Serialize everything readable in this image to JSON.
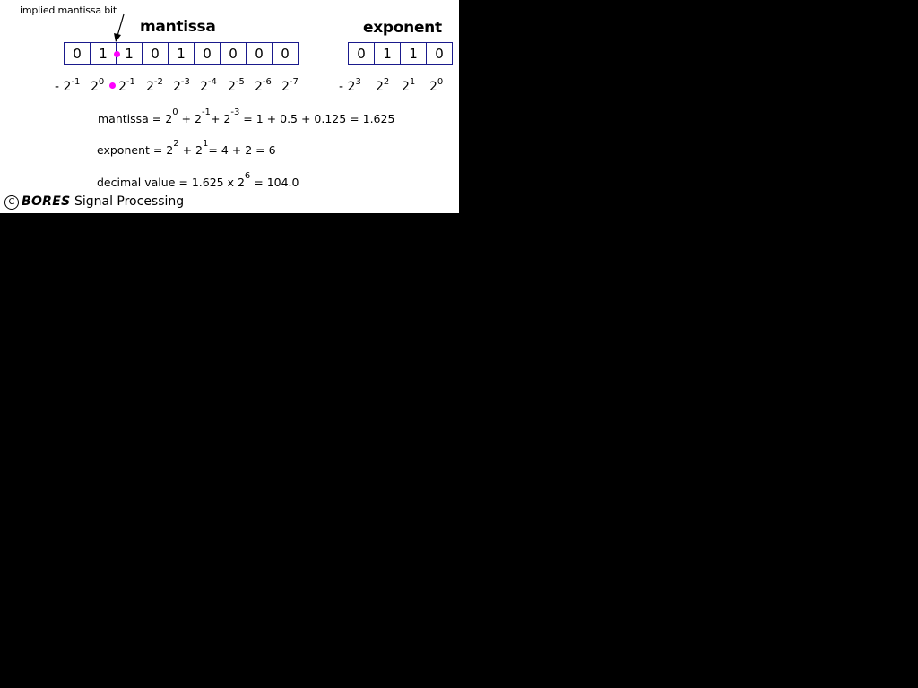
{
  "annotation": {
    "implied_bit": "implied mantissa bit"
  },
  "headings": {
    "mantissa": "mantissa",
    "exponent": "exponent"
  },
  "mantissa_bits": [
    "0",
    "1",
    "1",
    "0",
    "1",
    "0",
    "0",
    "0",
    "0"
  ],
  "exponent_bits": [
    "0",
    "1",
    "1",
    "0"
  ],
  "mantissa_weights": [
    {
      "prefix": "- ",
      "base": "2",
      "exp": "-1"
    },
    {
      "prefix": "",
      "base": "2",
      "exp": "0"
    },
    {
      "prefix": "",
      "base": "2",
      "exp": "-1"
    },
    {
      "prefix": "",
      "base": "2",
      "exp": "-2"
    },
    {
      "prefix": "",
      "base": "2",
      "exp": "-3"
    },
    {
      "prefix": "",
      "base": "2",
      "exp": "-4"
    },
    {
      "prefix": "",
      "base": "2",
      "exp": "-5"
    },
    {
      "prefix": "",
      "base": "2",
      "exp": "-6"
    },
    {
      "prefix": "",
      "base": "2",
      "exp": "-7"
    }
  ],
  "exponent_weights": [
    {
      "prefix": "- ",
      "base": "2",
      "exp": "3"
    },
    {
      "prefix": "",
      "base": "2",
      "exp": "2"
    },
    {
      "prefix": "",
      "base": "2",
      "exp": "1"
    },
    {
      "prefix": "",
      "base": "2",
      "exp": "0"
    }
  ],
  "equations": {
    "mantissa": {
      "label": "mantissa = 2",
      "e1": "0",
      "p1": " + 2",
      "e2": "-1",
      "p2": "+ 2",
      "e3": "-3",
      "rest": " = 1 + 0.5 + 0.125 = 1.625"
    },
    "exponent": {
      "label": "exponent = 2",
      "e1": "2",
      "p1": " + 2",
      "e2": "1",
      "rest": "= 4 + 2 = 6"
    },
    "decimal": {
      "label": "decimal value = 1.625 x 2",
      "e1": "6",
      "rest": " = 104.0"
    }
  },
  "brand": {
    "copyright_symbol": "C",
    "company": "BORES",
    "division": " Signal Processing"
  },
  "colors": {
    "background": "#000000",
    "panel": "#ffffff",
    "cell_border": "#1a1a8c",
    "implied_dot": "#ff00ff"
  }
}
